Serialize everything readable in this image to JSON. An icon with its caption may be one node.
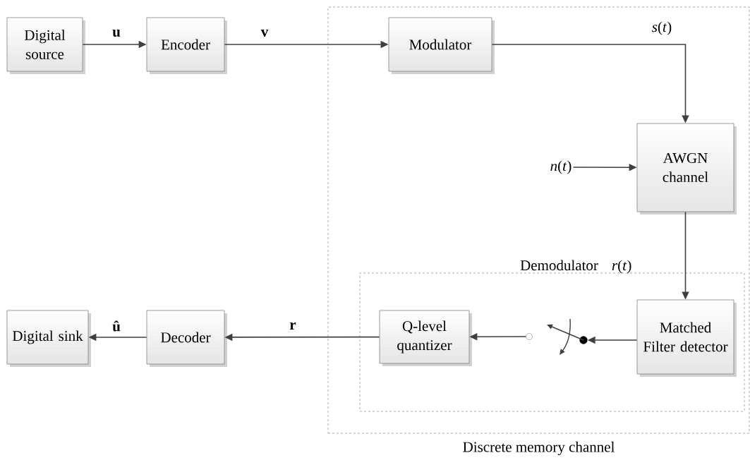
{
  "diagram": {
    "nodes": [
      {
        "text": [
          "Discrete memory channel"
        ]
      },
      {
        "text": [
          "Digital source"
        ]
      },
      {
        "text": [
          "Encoder"
        ]
      },
      {
        "text": [
          "Modulator"
        ],
        "in": 0
      },
      {
        "text": [
          "AWGN channel"
        ],
        "in": 0
      },
      {
        "text": [
          "*n*(*t*)"
        ],
        "in": 0
      },
      {
        "text": [
          "Demodulator"
        ],
        "in": 0
      },
      {
        "text": [
          "Q-level quantizer"
        ],
        "in": 6
      },
      {
        "text": [],
        "shape": "circle",
        "in": 6
      },
      {
        "text": [],
        "shape": "circle",
        "in": 6
      },
      {
        "text": [
          "Matched Filter detector"
        ],
        "in": 6
      },
      {
        "text": [
          "Digital sink"
        ]
      },
      {
        "text": [
          "Decoder"
        ]
      }
    ],
    "edges": [
      {
        "from": 1,
        "to": 2,
        "arrow": "to",
        "label": "u"
      },
      {
        "from": 2,
        "to": 3,
        "arrow": "to",
        "label": "v"
      },
      {
        "from": 3,
        "to": 4,
        "arrow": "to",
        "label": "*s*(*t*)"
      },
      {
        "from": 5,
        "to": 4,
        "arrow": "to"
      },
      {
        "from": 4,
        "to": 10,
        "arrow": "to",
        "label": "*r*(*t*)"
      },
      {
        "from": 10,
        "to": 9,
        "arrow": "to"
      },
      {
        "from": 8,
        "to": 7,
        "arrow": "to"
      },
      {
        "from": 7,
        "to": 12,
        "arrow": "to",
        "label": "r"
      },
      {
        "from": 12,
        "to": 11,
        "arrow": "to",
        "label": "û"
      }
    ]
  }
}
